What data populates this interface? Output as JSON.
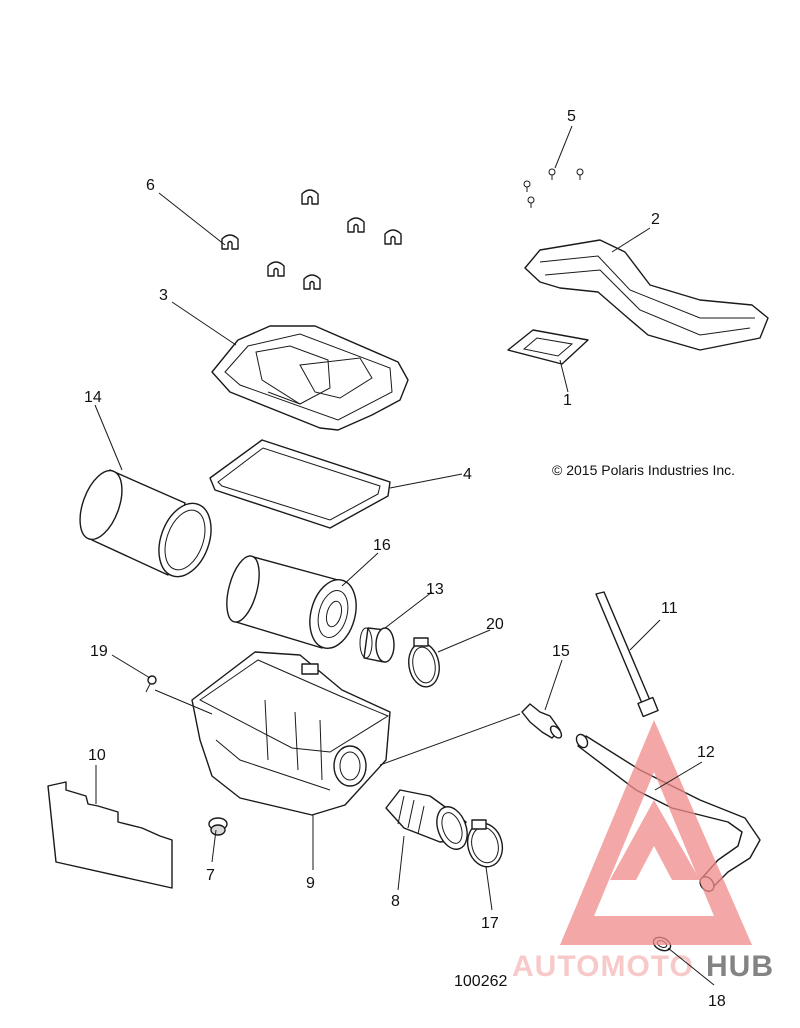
{
  "copyright": "© 2015 Polaris Industries Inc.",
  "diagram_number": "100262",
  "callouts": [
    "1",
    "2",
    "3",
    "4",
    "5",
    "6",
    "7",
    "8",
    "9",
    "10",
    "11",
    "12",
    "13",
    "14",
    "15",
    "16",
    "17",
    "18",
    "19",
    "20"
  ],
  "watermark": {
    "brand_left": "AUTOMOTO",
    "brand_right": "HUB",
    "color_left": "#f5b8b8",
    "color_right": "#5a5a5a",
    "triangle_color": "#f08a8a"
  }
}
